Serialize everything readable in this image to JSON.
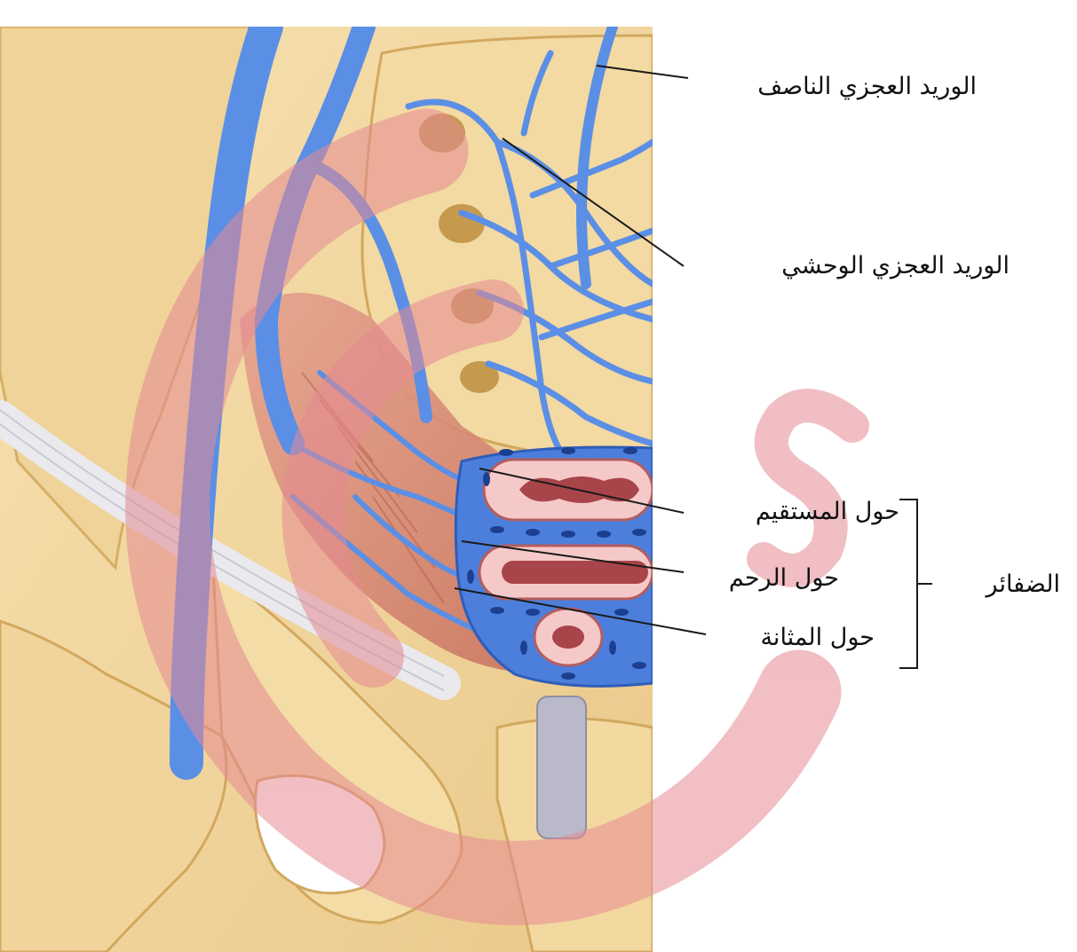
{
  "labels": {
    "median_sacral_vein": "الوريد العجزي الناصف",
    "lateral_sacral_vein": "الوريد العجزي الوحشي",
    "perirectal": "حول المستقيم",
    "periuterine": "حول الرحم",
    "perivesical": "حول المثانة",
    "plexuses": "الضفائر"
  },
  "colors": {
    "bone": "#f2d49a",
    "bone_shadow": "#d9b06a",
    "vein": "#5b8fe6",
    "vein_dark": "#3f6fd0",
    "muscle": "#d98a78",
    "watermark": "#e8aab0",
    "leader_line": "#1a1a1a"
  }
}
